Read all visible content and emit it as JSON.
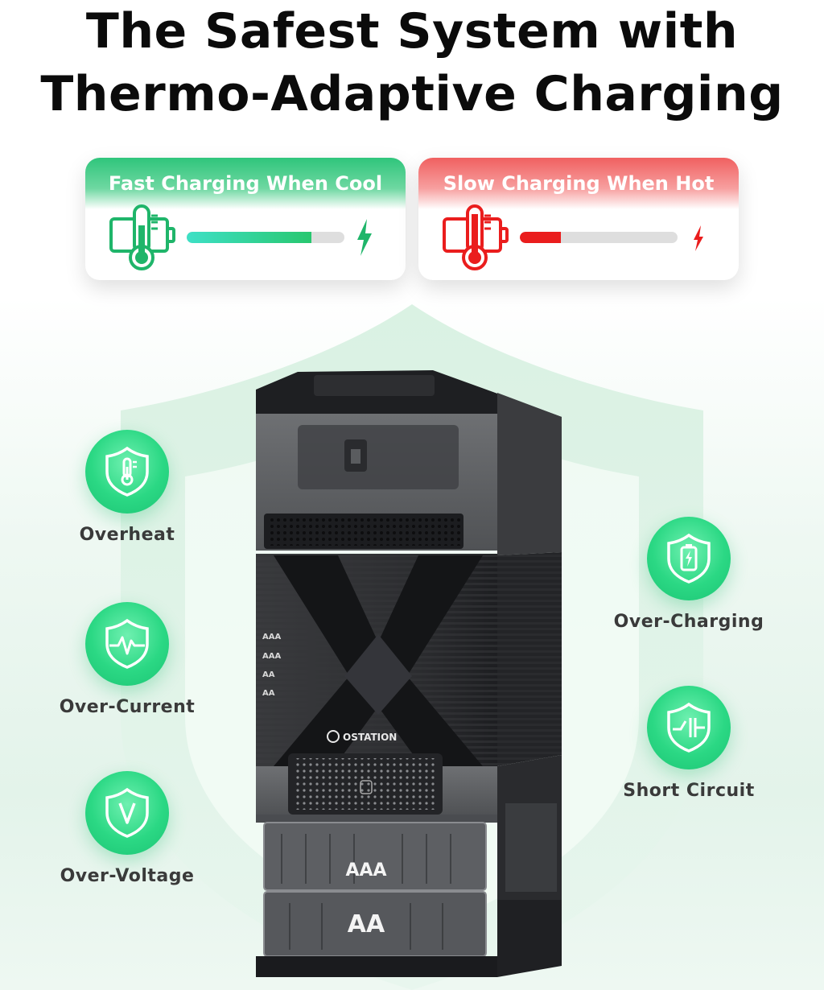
{
  "headline": {
    "line1": "The Safest System with",
    "line2": "Thermo-Adaptive Charging"
  },
  "cards": {
    "cool": {
      "title": "Fast Charging When Cool",
      "level": 0.79,
      "color": "#28c76f",
      "icon": "battery-thermometer-icon"
    },
    "hot": {
      "title": "Slow Charging When Hot",
      "level": 0.26,
      "color": "#ea1d1d",
      "icon": "battery-thermometer-icon"
    }
  },
  "features": {
    "overheat": {
      "label": "Overheat",
      "icon": "shield-thermometer-icon"
    },
    "over_current": {
      "label": "Over-Current",
      "icon": "shield-pulse-icon"
    },
    "over_voltage": {
      "label": "Over-Voltage",
      "icon": "shield-v-icon"
    },
    "over_charging": {
      "label": "Over-Charging",
      "icon": "shield-battery-icon"
    },
    "short_circuit": {
      "label": "Short Circuit",
      "icon": "shield-circuit-icon"
    }
  },
  "device": {
    "brand": "OSTATION",
    "slot_labels": [
      "AAA",
      "AAA",
      "AA",
      "AA"
    ],
    "drawer_top": "AAA",
    "drawer_bottom": "AA"
  },
  "colors": {
    "accent_green": "#2bd884",
    "accent_red": "#ea1d1d",
    "shield_tint": "#d4efdf"
  }
}
